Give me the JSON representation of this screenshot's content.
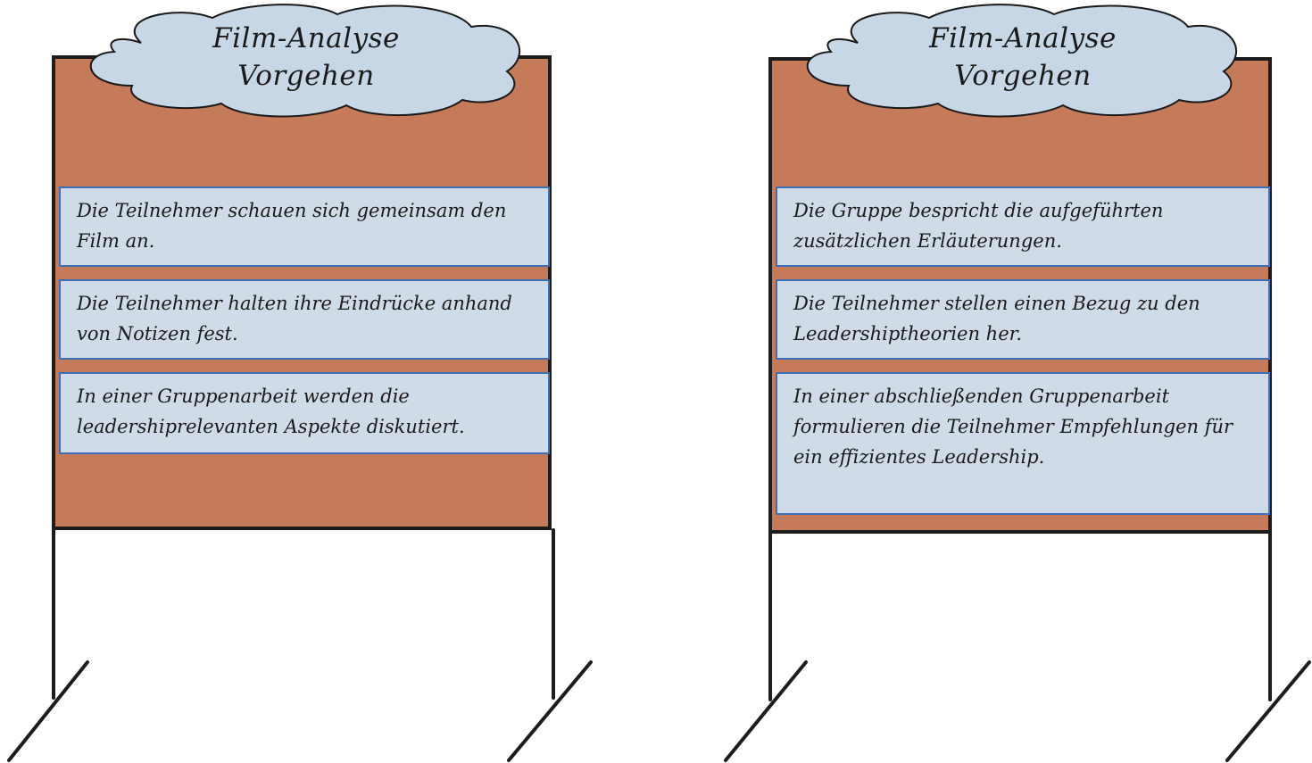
{
  "boards": [
    {
      "title_line1": "Film-Analyse",
      "title_line2": "Vorgehen",
      "cards": [
        "Die Teilnehmer schauen sich gemeinsam den Film an.",
        "Die Teilnehmer halten ihre Eindrücke anhand von Notizen fest.",
        "In einer Gruppenarbeit werden die leadershiprelevanten Aspekte diskutiert."
      ]
    },
    {
      "title_line1": "Film-Analyse",
      "title_line2": "Vorgehen",
      "cards": [
        "Die Gruppe bespricht die  aufgeführten zusätzlichen Erläuterungen.",
        "Die Teilnehmer stellen einen Bezug zu den Leadershiptheorien her.",
        "In einer abschließenden Gruppenarbeit formulieren die Teilnehmer Empfehlungen für ein effizientes Leadership."
      ]
    }
  ],
  "colors": {
    "board": "#c57a5a",
    "card_fill": "#cfdbe7",
    "card_border": "#3f6fb8",
    "cloud_fill": "#c8d7e6",
    "cloud_stroke": "#1a1a1a",
    "frame": "#1c1c1c"
  }
}
